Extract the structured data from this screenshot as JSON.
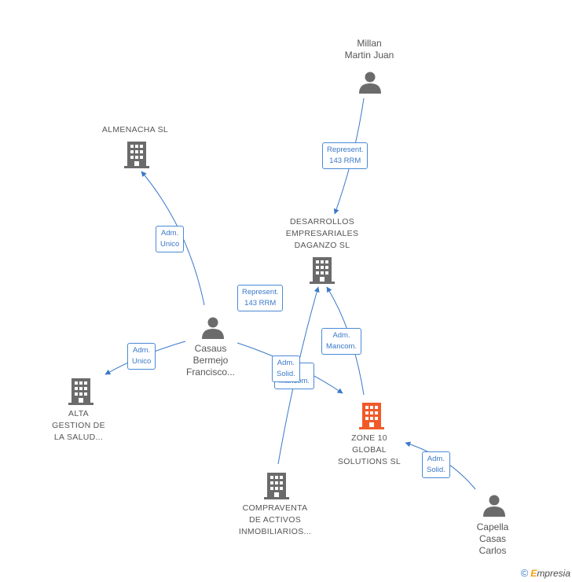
{
  "colors": {
    "edge": "#3a78c9",
    "node": "#6b6b6b",
    "focus": "#f05a28"
  },
  "nodes": {
    "millan": {
      "label": "Millan\nMartin Juan",
      "icon": "person-icon"
    },
    "almenacha": {
      "label": "ALMENACHA SL",
      "icon": "building-icon"
    },
    "desarrollos": {
      "label": "DESARROLLOS\nEMPRESARIALES\nDAGANZO SL",
      "icon": "building-icon"
    },
    "casaus": {
      "label": "Casaus\nBermejo\nFrancisco...",
      "icon": "person-icon"
    },
    "alta": {
      "label": "ALTA\nGESTION DE\nLA SALUD...",
      "icon": "building-icon"
    },
    "zone10": {
      "label": "ZONE 10\nGLOBAL\nSOLUTIONS SL",
      "icon": "building-icon"
    },
    "compraventa": {
      "label": "COMPRAVENTA\nDE ACTIVOS\nINMOBILIARIOS...",
      "icon": "building-icon"
    },
    "capella": {
      "label": "Capella\nCasas\nCarlos",
      "icon": "person-icon"
    }
  },
  "edges": {
    "millan_desarrollos": "Represent.\n143 RRM",
    "casaus_almenacha": "Adm.\nUnico",
    "casaus_desarrollos": "Represent.\n143 RRM",
    "casaus_alta": "Adm.\nUnico",
    "zone10_desarrollos": "Adm.\nMancom.",
    "compraventa_desarrollos": "Mancom.",
    "casaus_zone10": "Adm.\nSolid.",
    "capella_zone10": "Adm.\nSolid."
  },
  "footer": {
    "copyright": "©",
    "brand_first": "E",
    "brand_rest": "mpresia"
  }
}
